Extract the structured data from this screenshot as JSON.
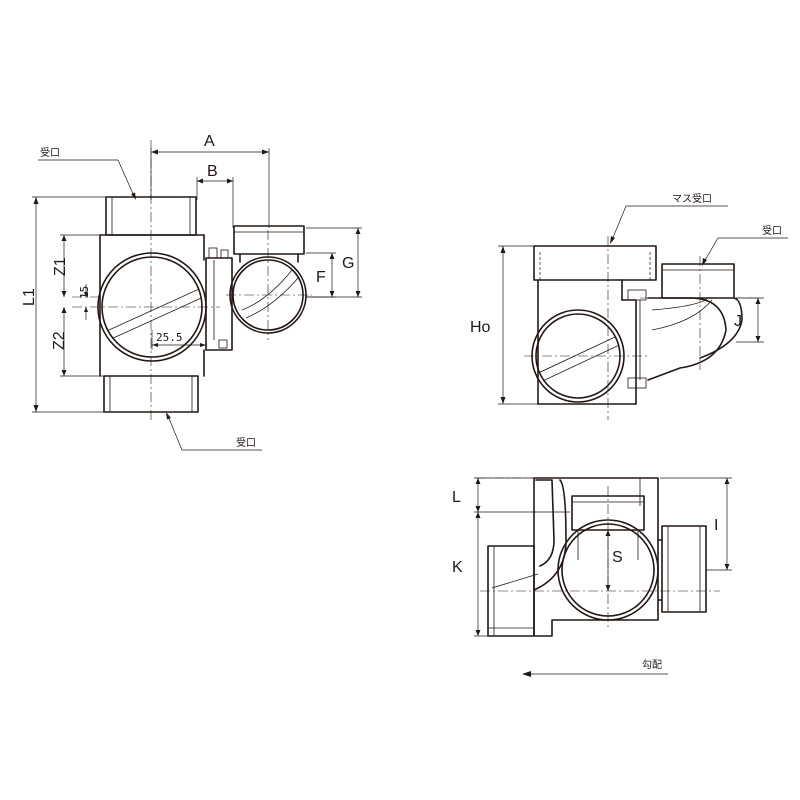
{
  "colors": {
    "line": "#231815",
    "background": "#ffffff"
  },
  "view_front": {
    "labels": {
      "inlet_top": "受口",
      "inlet_bottom": "受口",
      "dim_a": "A",
      "dim_b": "B",
      "dim_f": "F",
      "dim_g": "G",
      "dim_l1": "L1",
      "dim_z1": "Z1",
      "dim_z2": "Z2",
      "dim_15": "15",
      "dim_25_5": "25.5"
    }
  },
  "view_side": {
    "labels": {
      "box_inlet": "マス受口",
      "inlet": "受口",
      "dim_ho": "Ho",
      "dim_j": "J"
    }
  },
  "view_plan": {
    "labels": {
      "dim_l": "L",
      "dim_k": "K",
      "dim_i": "I",
      "dim_s": "S",
      "slope": "勾配"
    }
  }
}
